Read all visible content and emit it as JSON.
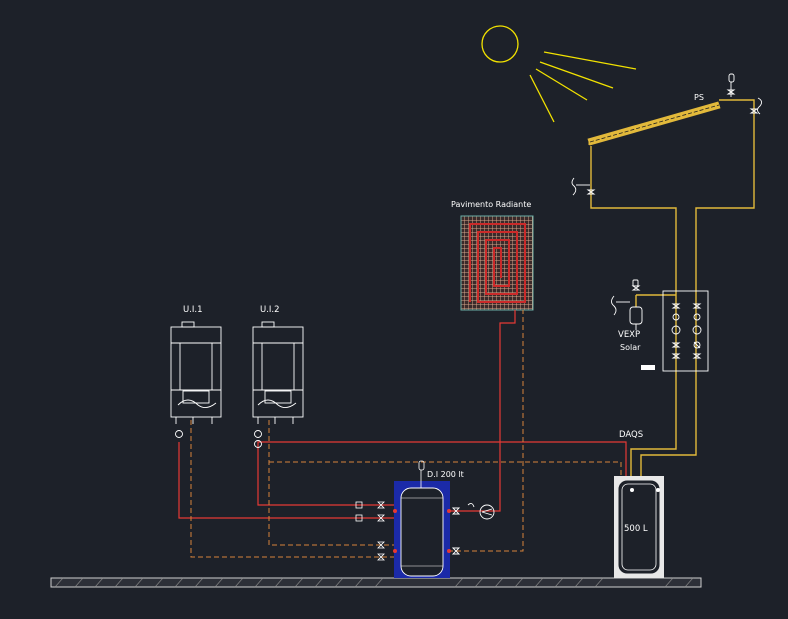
{
  "labels": {
    "ps": "PS",
    "floor_heating": "Pavimento Radiante",
    "ui1": "U.I.1",
    "ui2": "U.I.2",
    "vexp_line1": "VEXP",
    "vexp_line2": "Solar",
    "daqs": "DAQS",
    "di_tank": "D.I 200 lt",
    "tank_500": "500 L"
  },
  "colors": {
    "background": "#1d2129",
    "solar_pipe": "#e2b93b",
    "hot_pipe": "#e53935",
    "return_pipe": "#d6843a",
    "equipment": "#ffffff",
    "tank_blue": "#1b2aa8",
    "sun": "#f2e200",
    "floor_grid": "#d4a48a",
    "floor_coil": "#cc2a2a"
  }
}
